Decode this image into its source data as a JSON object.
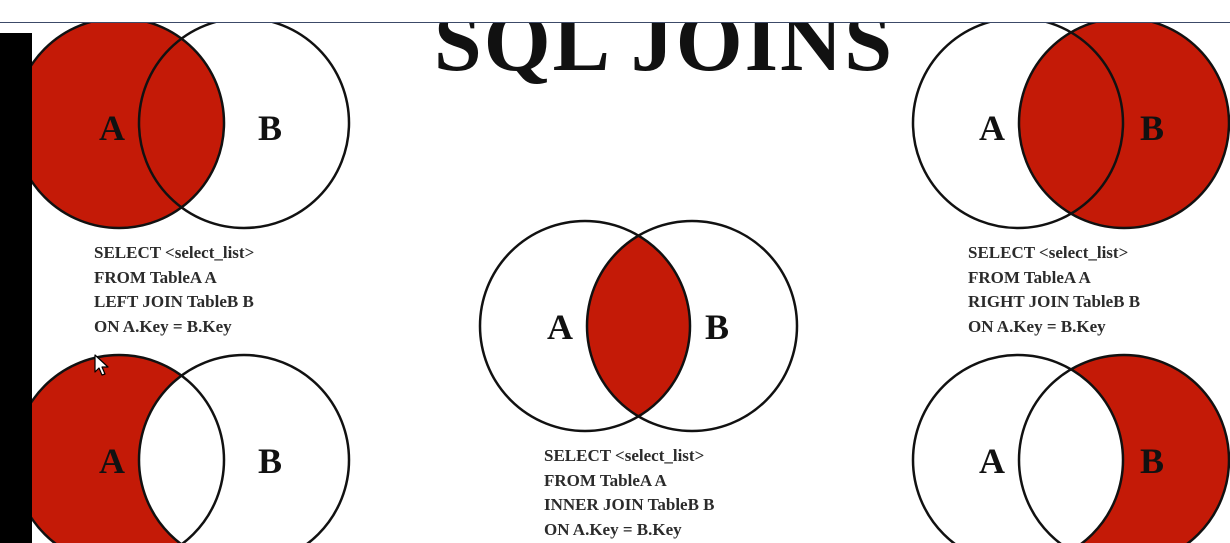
{
  "title": "SQL JOINS",
  "fill_color": "#c41a07",
  "stroke_color": "#111111",
  "diagrams": {
    "left_join": {
      "label_a": "A",
      "label_b": "B",
      "sql": [
        "SELECT <select_list>",
        "FROM TableA A",
        "LEFT JOIN TableB B",
        "ON A.Key = B.Key"
      ]
    },
    "inner_join": {
      "label_a": "A",
      "label_b": "B",
      "sql": [
        "SELECT <select_list>",
        "FROM TableA A",
        "INNER JOIN TableB B",
        "ON A.Key = B.Key"
      ]
    },
    "right_join": {
      "label_a": "A",
      "label_b": "B",
      "sql": [
        "SELECT <select_list>",
        "FROM TableA A",
        "RIGHT JOIN TableB B",
        "ON A.Key = B.Key"
      ]
    },
    "left_excluding": {
      "label_a": "A",
      "label_b": "B"
    },
    "right_excluding": {
      "label_a": "A",
      "label_b": "B"
    }
  },
  "icons": {
    "cursor": "mouse-pointer-icon"
  }
}
